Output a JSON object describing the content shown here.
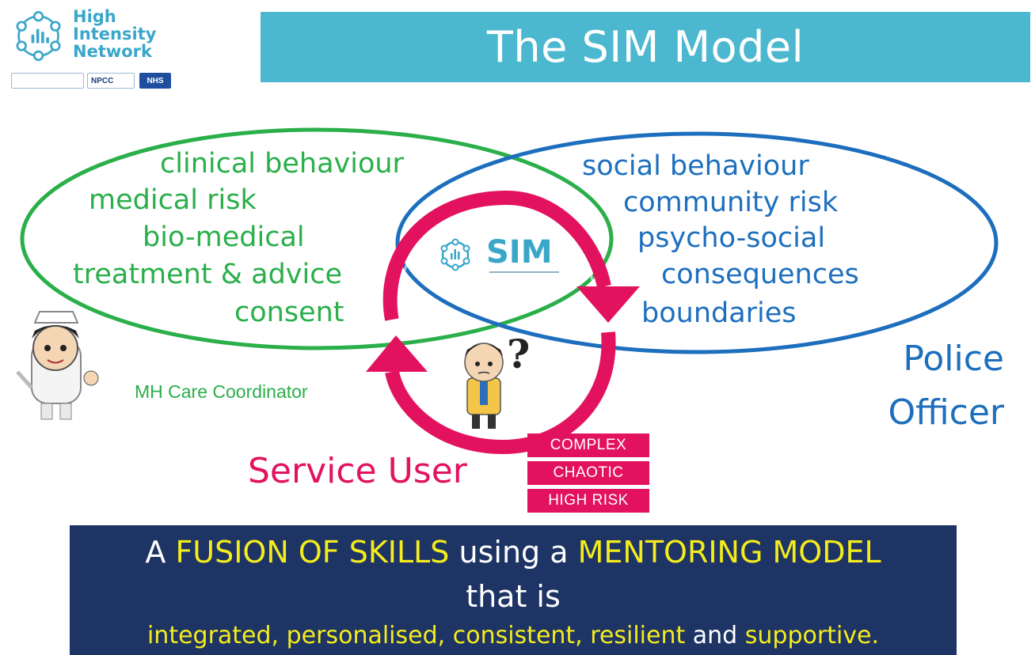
{
  "logo": {
    "name_lines": [
      "High",
      "Intensity",
      "Network"
    ],
    "partners": [
      "NPCC",
      "NHS"
    ]
  },
  "title": "The SIM Model",
  "clinical": {
    "items": [
      "clinical behaviour",
      "medical risk",
      "bio-medical",
      "treatment & advice",
      "consent"
    ],
    "role": "MH Care Coordinator"
  },
  "social": {
    "items": [
      "social behaviour",
      "community risk",
      "psycho-social",
      "consequences",
      "boundaries"
    ],
    "role_lines": [
      "Police",
      "Officer"
    ]
  },
  "center_logo": {
    "label": "SIM"
  },
  "service_user": {
    "label": "Service User",
    "question": "?",
    "tags": [
      "COMPLEX",
      "CHAOTIC",
      "HIGH RISK"
    ]
  },
  "banner": {
    "line1": {
      "a": "A ",
      "b": "FUSION OF SKILLS",
      "c": " using a ",
      "d": "MENTORING MODEL"
    },
    "line2": "that is",
    "line3": {
      "w1": "integrated, personalised, consistent, resilient",
      "and": " and ",
      "w2": "supportive."
    }
  },
  "colors": {
    "title_bar": "#4cb8cf",
    "clinical_green": "#2aaf4a",
    "social_blue": "#1d6fbe",
    "service_pink": "#e3125f",
    "banner_navy": "#1e3465",
    "banner_yellow": "#f5ec1b"
  }
}
